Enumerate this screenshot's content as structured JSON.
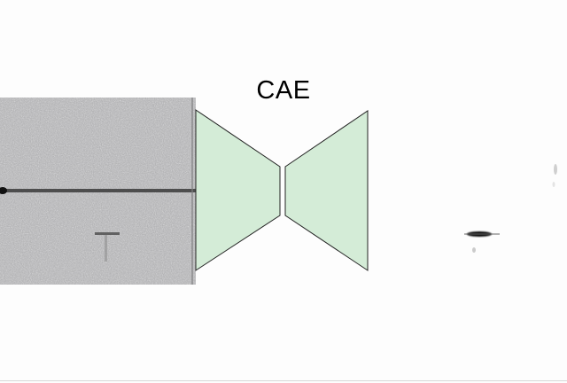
{
  "diagram": {
    "title": "CAE",
    "colors": {
      "trapezoid_fill": "#d4ecd7",
      "trapezoid_stroke": "#222222",
      "noise_base": "#a9a9ab",
      "streak": "#1a1a1a"
    },
    "input_image": {
      "description_icon": "noisy-spectrogram-image"
    },
    "output_image": {
      "description_icon": "denoised-output-image"
    }
  }
}
